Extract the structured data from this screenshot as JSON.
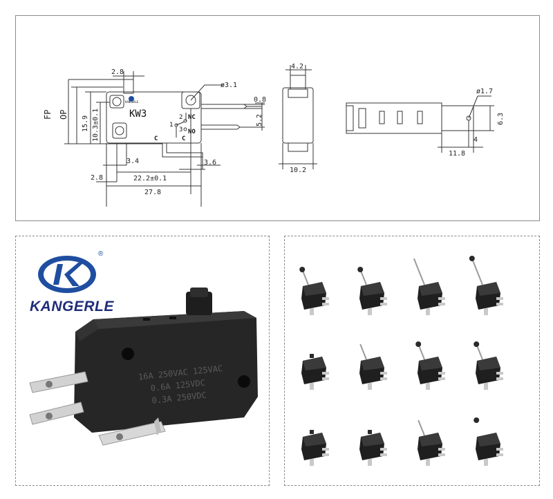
{
  "drawing": {
    "model": "KW3",
    "brand_small": "KANGERLE",
    "pin_labels": {
      "pin1": "1",
      "pin2": "2",
      "pin3": "3",
      "nc": "NC",
      "no": "NO",
      "c1": "C",
      "c2": "C"
    },
    "dims_front": {
      "d28_top": "2.8",
      "hole": "ø3.1",
      "fp": "FP",
      "op": "OP",
      "h159": "15.9",
      "h103": "10.3±0.1",
      "d34": "3.4",
      "d28_bottom": "2.8",
      "w222": "22.2±0.1",
      "w278": "27.8",
      "d36": "3.6",
      "t08": "0.8",
      "h52": "5.2"
    },
    "dims_side": {
      "top": "4.2",
      "bottom": "10.2"
    },
    "dims_end": {
      "hole": "ø1.7",
      "h63": "6.3",
      "w118": "11.8",
      "w4": "4"
    }
  },
  "product": {
    "brand": "KANGERLE",
    "reg_mark": "®",
    "body_text": [
      "16A 250VAC 125VAC",
      "0.6A 125VDC",
      "0.3A 250VDC"
    ]
  },
  "variants": {
    "count": 12,
    "rows": [
      [
        "short-roller",
        "roller-lever",
        "long-lever",
        "long-roller-lever"
      ],
      [
        "plunger",
        "short-lever",
        "simulated-roller-lever",
        "roller-lever"
      ],
      [
        "plunger",
        "plunger",
        "lever",
        "roller"
      ]
    ]
  },
  "colors": {
    "body_black": "#1f1f1f",
    "terminal_silver": "#c9c9c9",
    "logo_blue": "#1f4ea0",
    "line": "#333333"
  }
}
